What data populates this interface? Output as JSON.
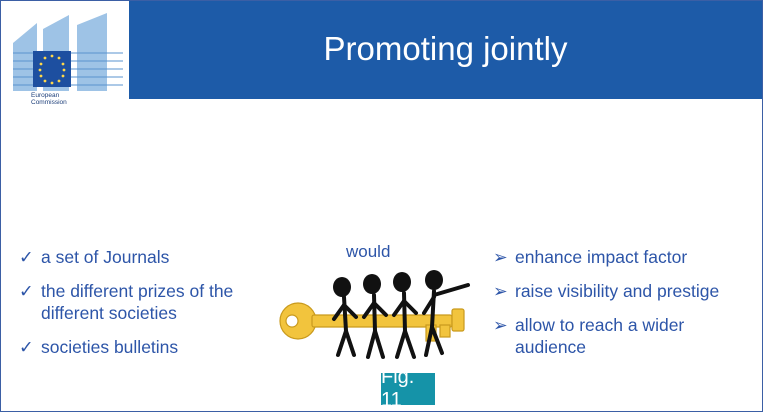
{
  "slide": {
    "title": "Promoting jointly",
    "logo": {
      "line1": "European",
      "line2": "Commission"
    },
    "left_items": [
      {
        "text": "a set of Journals",
        "marker": "check-icon"
      },
      {
        "text": "the different prizes of the different societies",
        "marker": "check-icon"
      },
      {
        "text": "societies bulletins",
        "marker": "check-icon"
      }
    ],
    "center_text": "would",
    "right_items": [
      {
        "text": "enhance impact factor",
        "marker": "arrowhead-icon"
      },
      {
        "text": "raise visibility and prestige",
        "marker": "arrowhead-icon"
      },
      {
        "text": "allow to reach a wider audience",
        "marker": "arrowhead-icon"
      }
    ],
    "figure_label": "Fig. 11"
  },
  "colors": {
    "header": "#1d5ba8",
    "text": "#2d55a8",
    "figure_badge": "#1593a8",
    "key": "#f2c43d"
  }
}
